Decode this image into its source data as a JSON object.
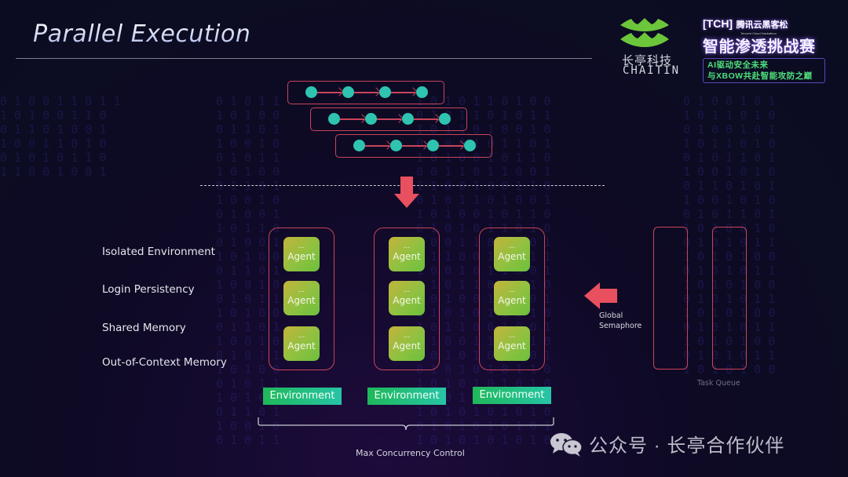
{
  "slide": {
    "title": "Parallel Execution"
  },
  "branding": {
    "logo_icon": "chaitin-crown-icon",
    "logo_cn": "长亭科技",
    "logo_en": "CHAITIN",
    "event_tag": "[TCH]",
    "event_org": "腾讯云黑客松",
    "event_org_en": "Tencent Cloud Hackathon",
    "event_name": "智能渗透挑战赛",
    "event_slogan_1": "AI驱动安全未来",
    "event_slogan_2": "与XBOW共赴智能攻防之巅"
  },
  "colors": {
    "accent_red": "#c94459",
    "arrow_red": "#e8505f",
    "node_teal": "#2ec4b0",
    "agent_green": "#8fc140",
    "env_green": "#1fb85a"
  },
  "task_chains": [
    {
      "nodes": 4
    },
    {
      "nodes": 4
    },
    {
      "nodes": 4
    }
  ],
  "features": [
    "Isolated Environment",
    "Login Persistency",
    "Shared Memory",
    "Out-of-Context Memory"
  ],
  "environments": [
    {
      "label": "Environment",
      "agents": [
        {
          "dots": "...",
          "name": "Agent"
        },
        {
          "dots": "...",
          "name": "Agent"
        },
        {
          "dots": "...",
          "name": "Agent"
        }
      ]
    },
    {
      "label": "Environment",
      "agents": [
        {
          "dots": "...",
          "name": "Agent"
        },
        {
          "dots": "...",
          "name": "Agent"
        },
        {
          "dots": "...",
          "name": "Agent"
        }
      ]
    },
    {
      "label": "Environment",
      "agents": [
        {
          "dots": "...",
          "name": "Agent"
        },
        {
          "dots": "...",
          "name": "Agent"
        },
        {
          "dots": "...",
          "name": "Agent"
        }
      ]
    }
  ],
  "semaphore": {
    "line1": "Global",
    "line2": "Semaphore"
  },
  "task_queue": {
    "label": "Task Queue",
    "columns": 2
  },
  "concurrency": {
    "label": "Max Concurrency Control"
  },
  "watermark": {
    "icon": "wechat-icon",
    "text": "公众号 · 长亭合作伙伴"
  }
}
